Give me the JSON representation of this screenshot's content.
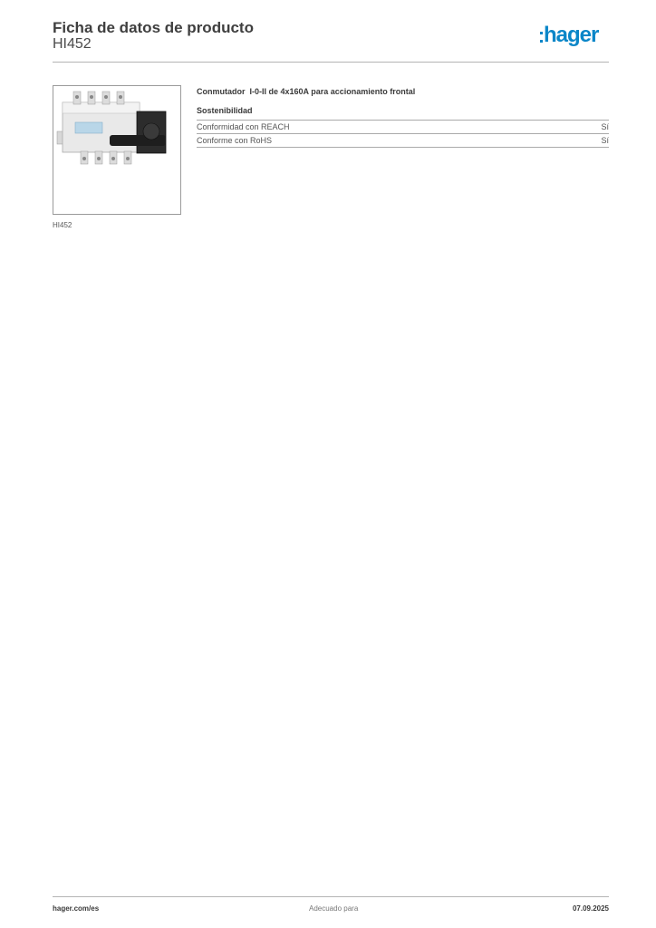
{
  "header": {
    "title": "Ficha de datos de producto",
    "product_code": "HI452",
    "brand": "hager",
    "brand_color": "#0a86c8"
  },
  "product": {
    "image_caption": "HI452",
    "description": "Conmutador  I-0-II de 4x160A para accionamiento frontal"
  },
  "sustainability": {
    "heading": "Sostenibilidad",
    "rows": [
      {
        "label": "Conformidad con REACH",
        "value": "Sí"
      },
      {
        "label": "Conforme con RoHS",
        "value": "Sí"
      }
    ]
  },
  "footer": {
    "website": "hager.com/es",
    "center_text": "Adecuado para",
    "date": "07.09.2025"
  }
}
